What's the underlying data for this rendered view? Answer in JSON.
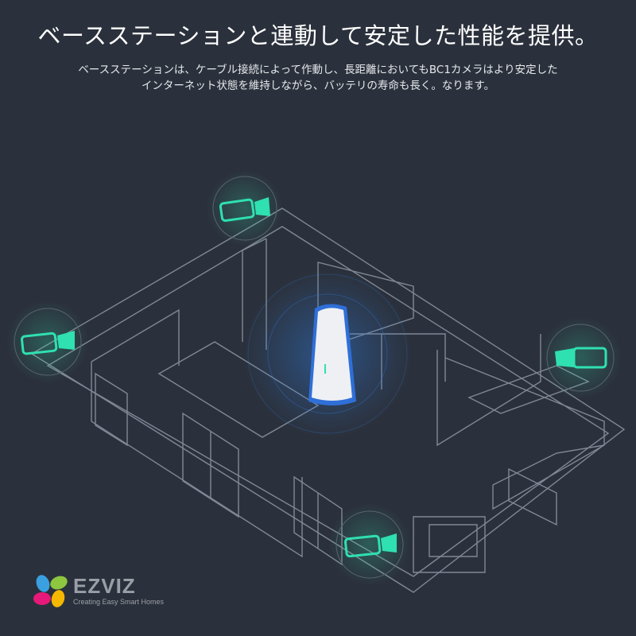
{
  "header": {
    "title": "ベースステーションと連動して安定した性能を提供。",
    "subtitle_line1": "ベースステーションは、ケーブル接続によって作動し、長距離においてもBC1カメラはより安定した",
    "subtitle_line2": "インターネット状態を維持しながら、バッテリの寿命も長く。なります。"
  },
  "brand": {
    "name": "EZVIZ",
    "tagline": "Creating Easy Smart Homes",
    "logo_colors": [
      "#3aa0e0",
      "#8dc63f",
      "#e6197a",
      "#f5b700"
    ]
  },
  "colors": {
    "background": "#2b313c",
    "camera_accent": "#2fe0b0",
    "base_station_glow": "#2f7de0",
    "line_art": "#8a93a0"
  }
}
